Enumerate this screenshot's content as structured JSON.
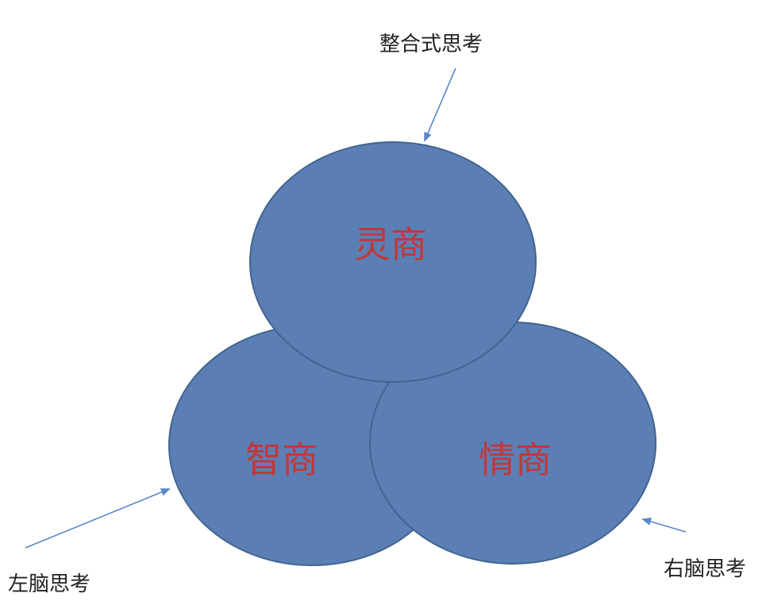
{
  "colors": {
    "circle_fill": "#5b7fb5",
    "circle_stroke": "#41648f",
    "label_color": "#c0383a",
    "arrow_color": "#5b87c8",
    "annotation_color": "#222222"
  },
  "circles": {
    "top": {
      "label": "灵商"
    },
    "left": {
      "label": "智商"
    },
    "right": {
      "label": "情商"
    }
  },
  "annotations": {
    "top": {
      "text": "整合式思考"
    },
    "left": {
      "text": "左脑思考"
    },
    "right": {
      "text": "右脑思考"
    }
  }
}
